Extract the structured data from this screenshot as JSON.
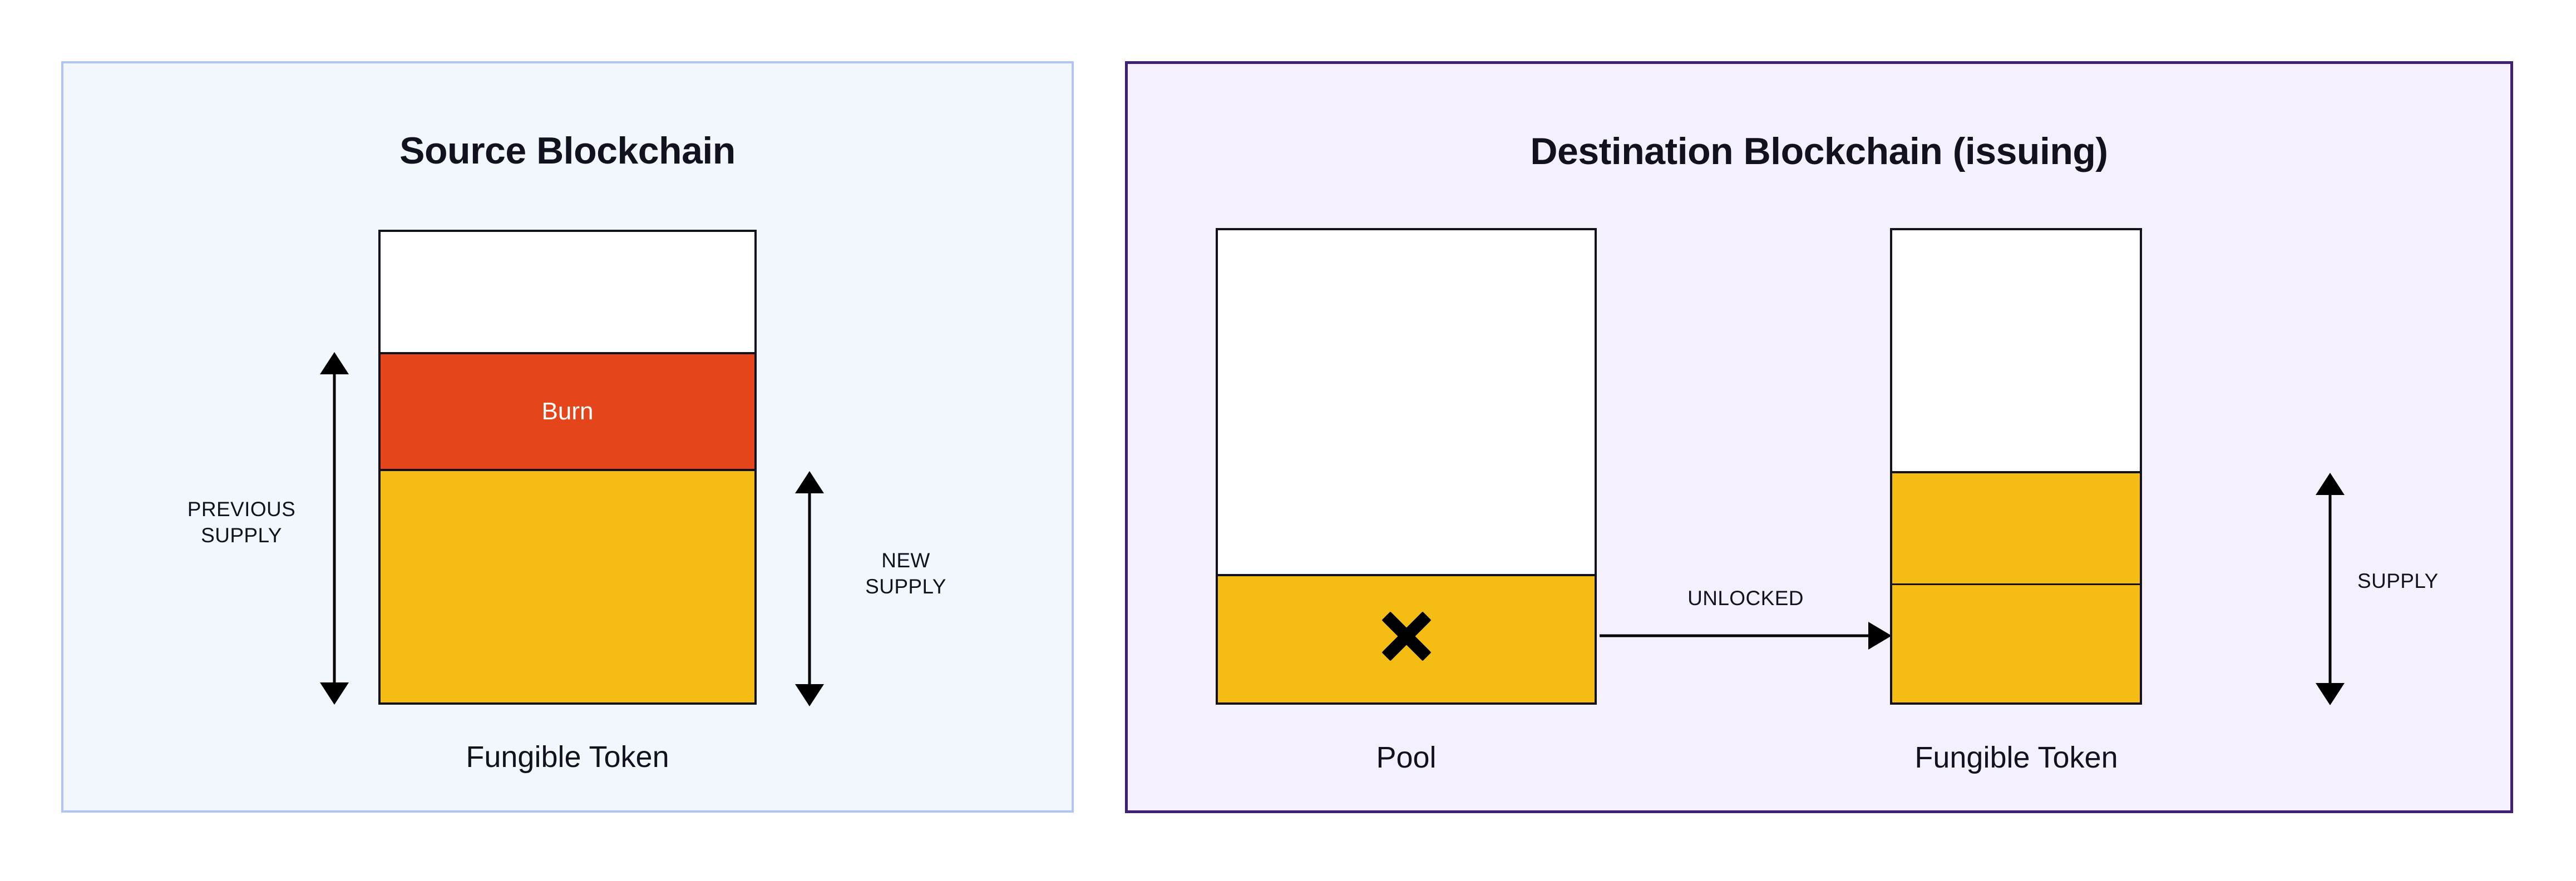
{
  "source_panel": {
    "title": "Source Blockchain",
    "accent": "#b0c4f5",
    "background": "#f2f6fd",
    "bar": {
      "caption": "Fungible Token",
      "burn_label": "Burn"
    },
    "measures": {
      "previous_supply": "PREVIOUS\nSUPPLY",
      "previous_supply_line1": "PREVIOUS",
      "previous_supply_line2": "SUPPLY",
      "new_supply_line1": "NEW",
      "new_supply_line2": "SUPPLY"
    }
  },
  "dest_panel": {
    "title": "Destination Blockchain (issuing)",
    "accent": "#3c2177",
    "background": "#f4f1fd",
    "pool": {
      "caption": "Pool",
      "cross_icon": "x-cross-icon"
    },
    "token": {
      "caption": "Fungible Token"
    },
    "flow": {
      "label": "UNLOCKED"
    },
    "measures": {
      "supply": "SUPPLY"
    }
  },
  "colors": {
    "burn": "#e5451a",
    "token_gold": "#f5bc14",
    "outline": "#12121f",
    "empty": "#ffffff"
  },
  "chart_data": {
    "type": "bar",
    "title": "Burn-and-mint token supply across chains",
    "bars": [
      {
        "name": "Source Fungible Token",
        "panel": "Source Blockchain",
        "total_capacity": 100,
        "segments": [
          {
            "label": "",
            "value": 26,
            "color": "#ffffff"
          },
          {
            "label": "Burn",
            "value": 25,
            "color": "#e5451a"
          },
          {
            "label": "",
            "value": 49,
            "color": "#f5bc14"
          }
        ],
        "measures": [
          {
            "label": "PREVIOUS SUPPLY",
            "from": 0,
            "to": 74
          },
          {
            "label": "NEW SUPPLY",
            "from": 0,
            "to": 49
          }
        ]
      },
      {
        "name": "Pool",
        "panel": "Destination Blockchain (issuing)",
        "total_capacity": 100,
        "segments": [
          {
            "label": "",
            "value": 73,
            "color": "#ffffff"
          },
          {
            "label": "x-cross-icon",
            "value": 27,
            "color": "#f5bc14"
          }
        ],
        "measures": []
      },
      {
        "name": "Destination Fungible Token",
        "panel": "Destination Blockchain (issuing)",
        "total_capacity": 100,
        "segments": [
          {
            "label": "",
            "value": 51,
            "color": "#ffffff"
          },
          {
            "label": "",
            "value": 24,
            "color": "#f5bc14"
          },
          {
            "label": "",
            "value": 25,
            "color": "#f5bc14"
          }
        ],
        "measures": [
          {
            "label": "SUPPLY",
            "from": 0,
            "to": 49
          }
        ]
      }
    ],
    "flows": [
      {
        "label": "UNLOCKED",
        "from": "Pool",
        "to": "Destination Fungible Token"
      }
    ],
    "xlabel": "",
    "ylabel": "",
    "grid": false,
    "legend": "none"
  }
}
